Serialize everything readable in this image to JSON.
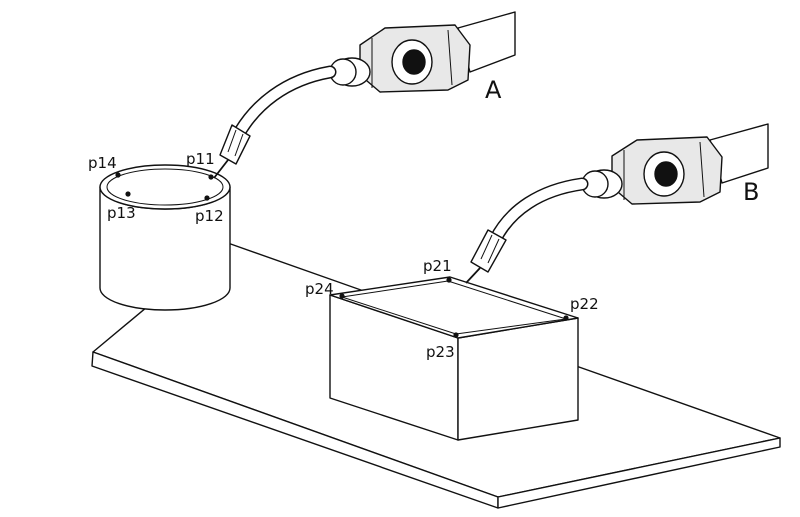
{
  "robots": [
    {
      "id": "robot-a",
      "label": "A"
    },
    {
      "id": "robot-b",
      "label": "B"
    }
  ],
  "points": {
    "p11": "p11",
    "p12": "p12",
    "p13": "p13",
    "p14": "p14",
    "p21": "p21",
    "p22": "p22",
    "p23": "p23",
    "p24": "p24"
  },
  "colors": {
    "line": "#111111",
    "fill": "#ffffff",
    "shade": "#d9d9d9"
  }
}
